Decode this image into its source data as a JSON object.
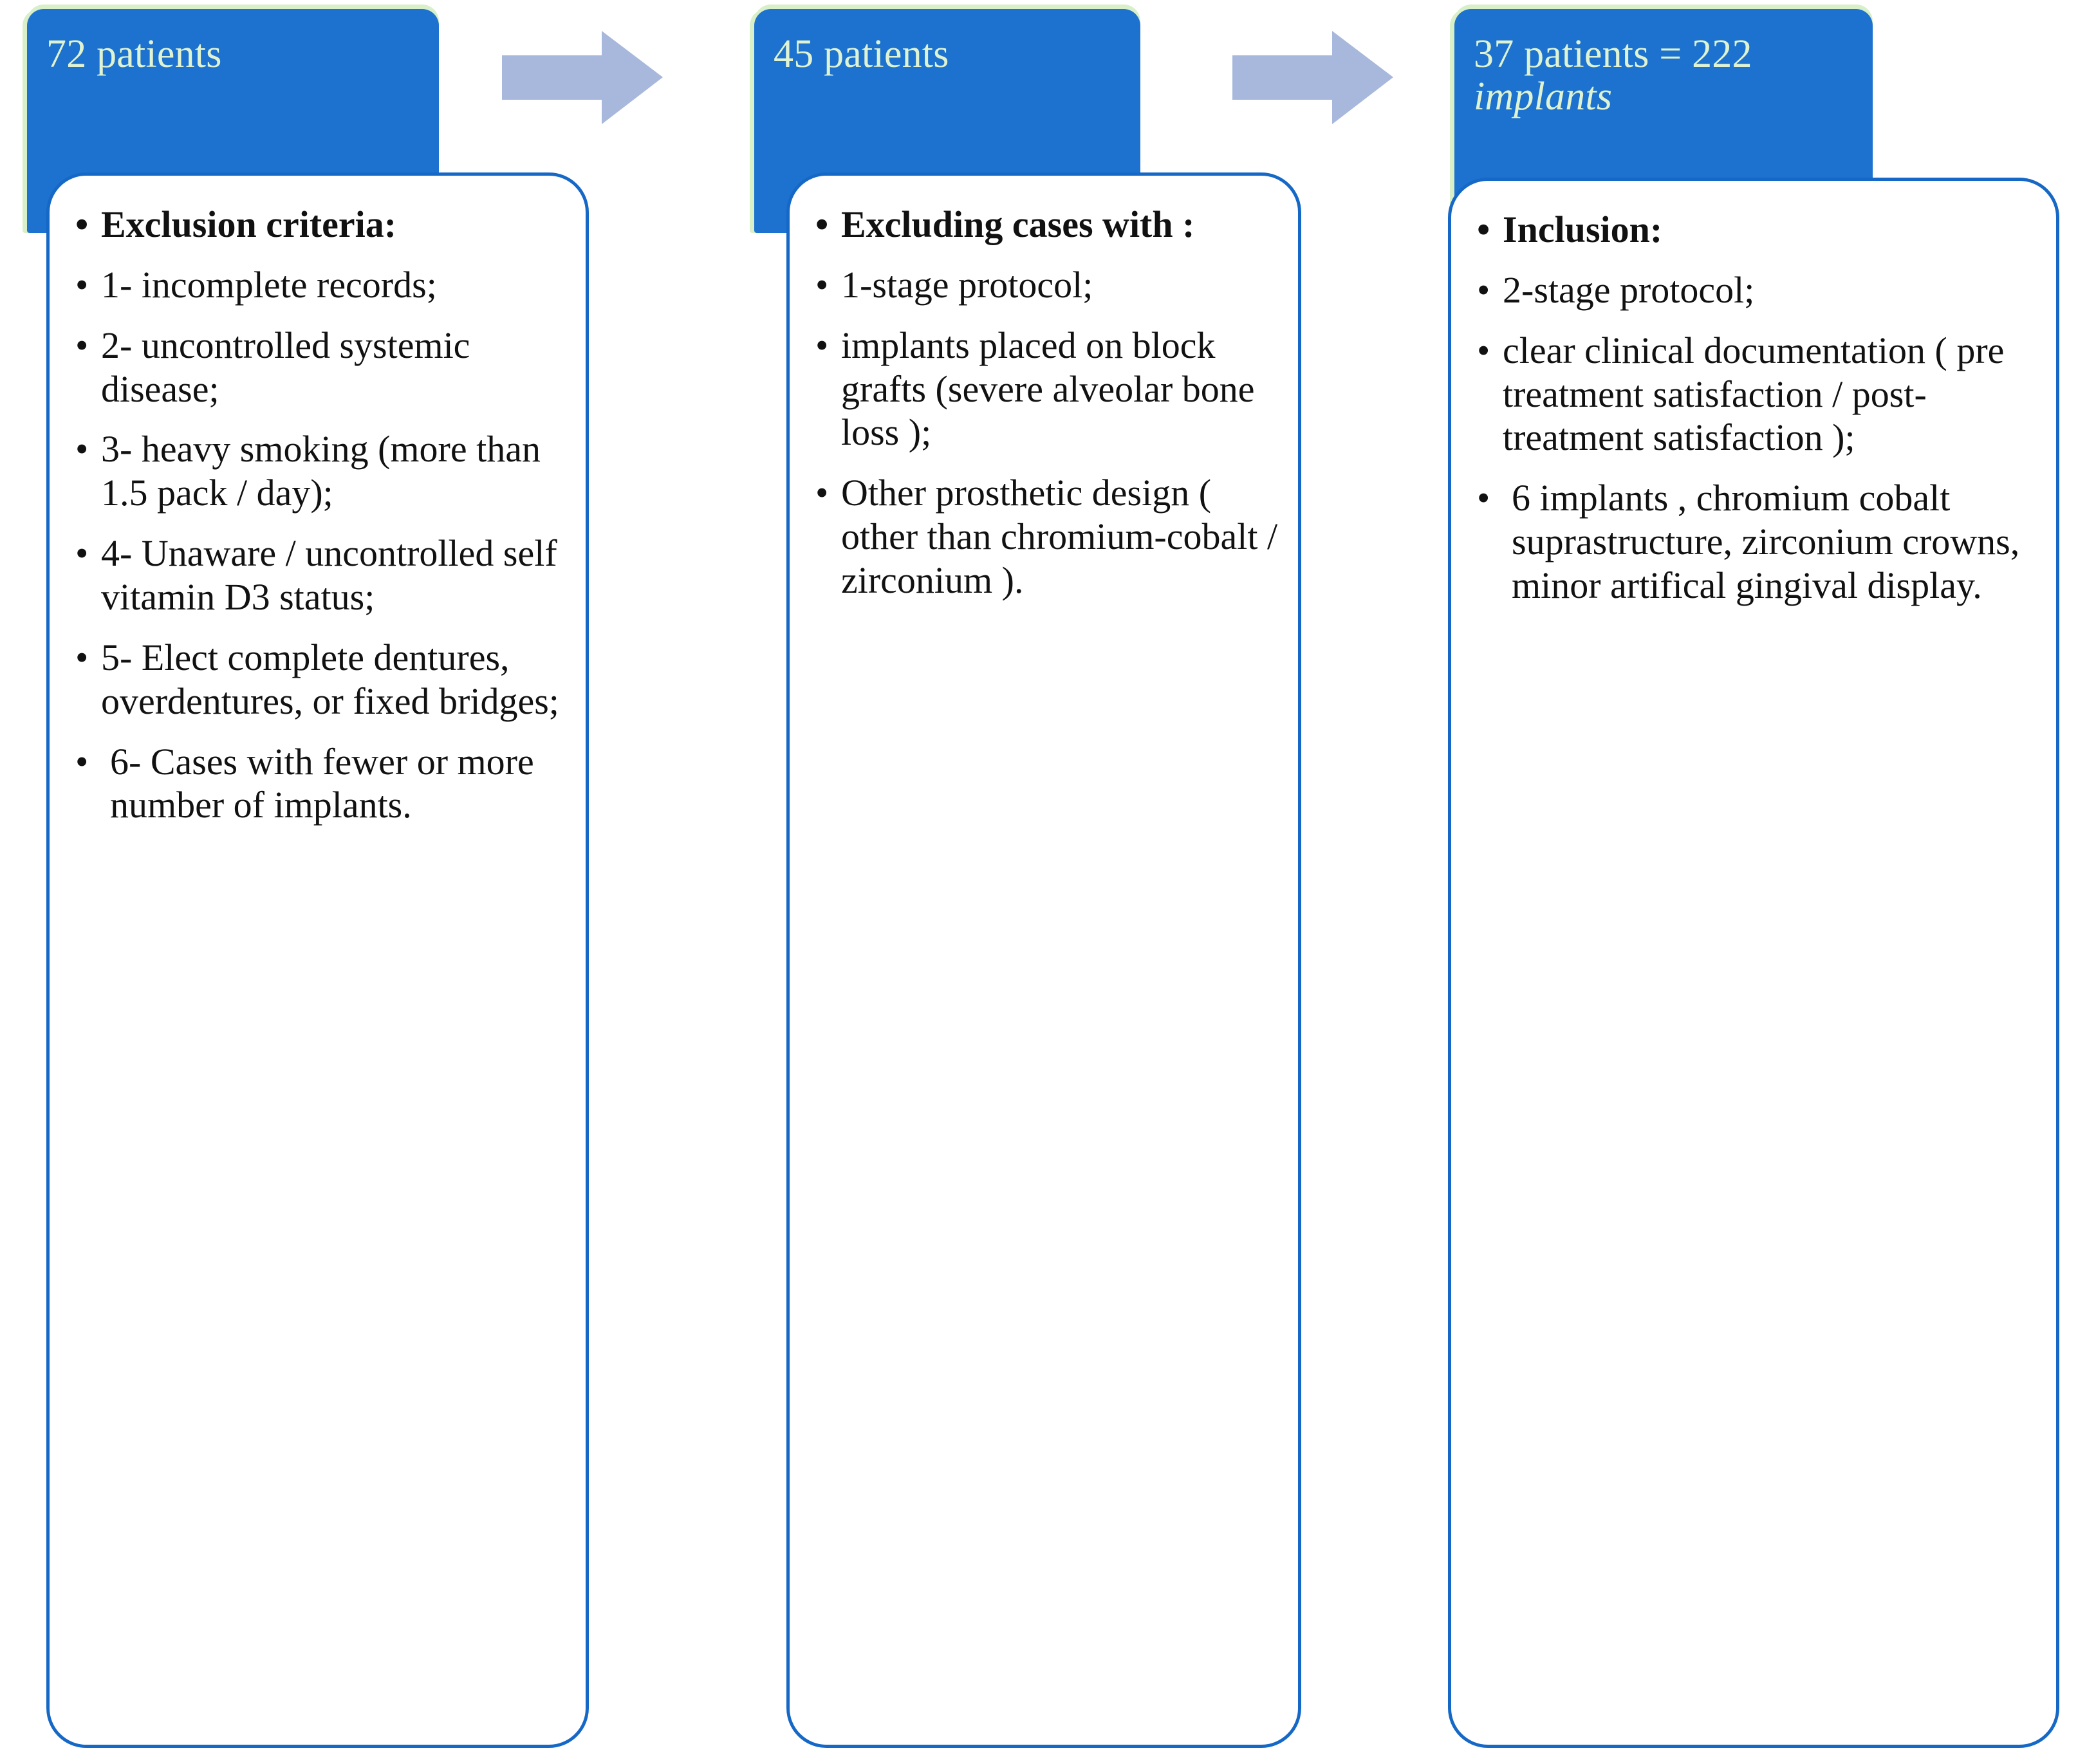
{
  "meta": {
    "diagram_type": "patient-selection-flowchart",
    "colors": {
      "header_fill": "#1C72CE",
      "header_text": "#DFF3D2",
      "header_glow": "#D8EFC8",
      "panel_border": "#1668C6",
      "panel_fill": "#FFFFFF",
      "arrow_fill": "#A8B8DC",
      "body_text": "#111111"
    }
  },
  "arrows": [
    {
      "name": "arrow-stage-1-to-2",
      "direction": "right"
    },
    {
      "name": "arrow-stage-2-to-3",
      "direction": "right"
    }
  ],
  "stages": [
    {
      "id": "stage-1",
      "header_line1": "72 patients",
      "header_line2": "",
      "items": [
        {
          "bullet": "•",
          "text": "Exclusion criteria:",
          "bold": true
        },
        {
          "bullet": "•",
          "text": "1- incomplete records;",
          "bold": false
        },
        {
          "bullet": "•",
          "text": "2- uncontrolled systemic disease;",
          "bold": false
        },
        {
          "bullet": "•",
          "text": "3- heavy smoking (more than 1.5 pack / day);",
          "bold": false
        },
        {
          "bullet": "•",
          "text": "4- Unaware / uncontrolled self vitamin D3 status;",
          "bold": false
        },
        {
          "bullet": "•",
          "text": "5- Elect complete dentures, overdentures, or fixed bridges;",
          "bold": false
        },
        {
          "bullet": "•",
          "text": " 6- Cases with fewer or more number of implants.",
          "bold": false
        }
      ]
    },
    {
      "id": "stage-2",
      "header_line1": "45 patients",
      "header_line2": "",
      "items": [
        {
          "bullet": "•",
          "text": "Excluding cases with :",
          "bold": true
        },
        {
          "bullet": "•",
          "text": "1-stage protocol;",
          "bold": false
        },
        {
          "bullet": "•",
          "text": "implants placed on block grafts (severe alveolar bone loss );",
          "bold": false
        },
        {
          "bullet": "•",
          "text": "Other prosthetic design ( other than chromium-cobalt / zirconium ).",
          "bold": false
        }
      ]
    },
    {
      "id": "stage-3",
      "header_line1": "37 patients = 222",
      "header_line2": "implants",
      "items": [
        {
          "bullet": "•",
          "text": "Inclusion:",
          "bold": true
        },
        {
          "bullet": "•",
          "text": "2-stage protocol;",
          "bold": false
        },
        {
          "bullet": "•",
          "text": "clear clinical documentation ( pre treatment satisfaction / post-treatment satisfaction );",
          "bold": false
        },
        {
          "bullet": "•",
          "text": " 6 implants , chromium cobalt suprastructure, zirconium crowns, minor artifical gingival display.",
          "bold": false
        }
      ]
    }
  ]
}
